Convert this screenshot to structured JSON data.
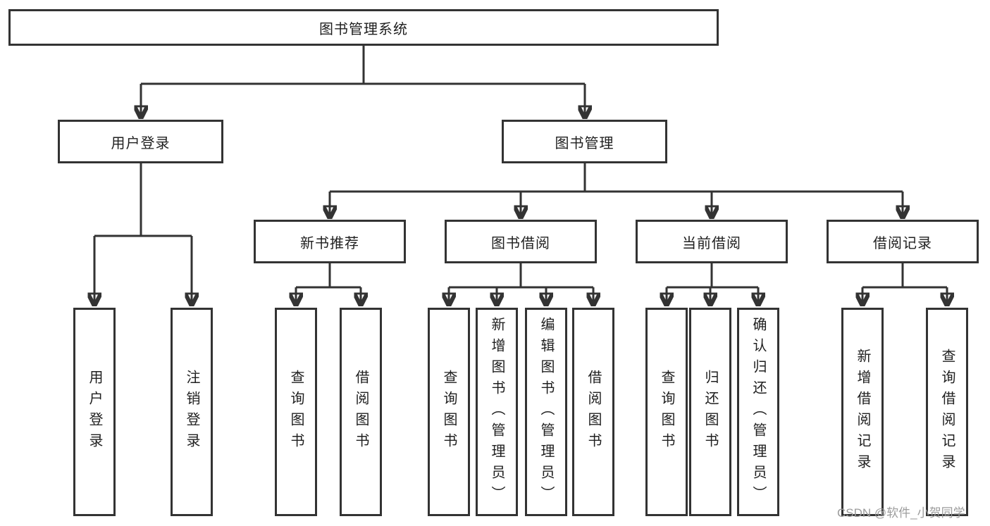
{
  "colors": {
    "line": "#333333",
    "box_border": "#333333",
    "box_fill": "#ffffff",
    "text": "#1f1f1f",
    "watermark": "#9c9c9c",
    "background": "#ffffff"
  },
  "watermark": {
    "text": "CSDN @软件_小贺同学"
  },
  "tree": {
    "label": "图书管理系统",
    "children": [
      {
        "label": "用户登录",
        "children": [
          {
            "label": "用户登录"
          },
          {
            "label": "注销登录"
          }
        ]
      },
      {
        "label": "图书管理",
        "children": [
          {
            "label": "新书推荐",
            "children": [
              {
                "label": "查询图书"
              },
              {
                "label": "借阅图书"
              }
            ]
          },
          {
            "label": "图书借阅",
            "children": [
              {
                "label": "查询图书"
              },
              {
                "label": "新增图书（管理员）"
              },
              {
                "label": "编辑图书（管理员）"
              },
              {
                "label": "借阅图书"
              }
            ]
          },
          {
            "label": "当前借阅",
            "children": [
              {
                "label": "查询图书"
              },
              {
                "label": "归还图书"
              },
              {
                "label": "确认归还（管理员）"
              }
            ]
          },
          {
            "label": "借阅记录",
            "children": [
              {
                "label": "新增借阅记录"
              },
              {
                "label": "查询借阅记录"
              }
            ]
          }
        ]
      }
    ]
  }
}
